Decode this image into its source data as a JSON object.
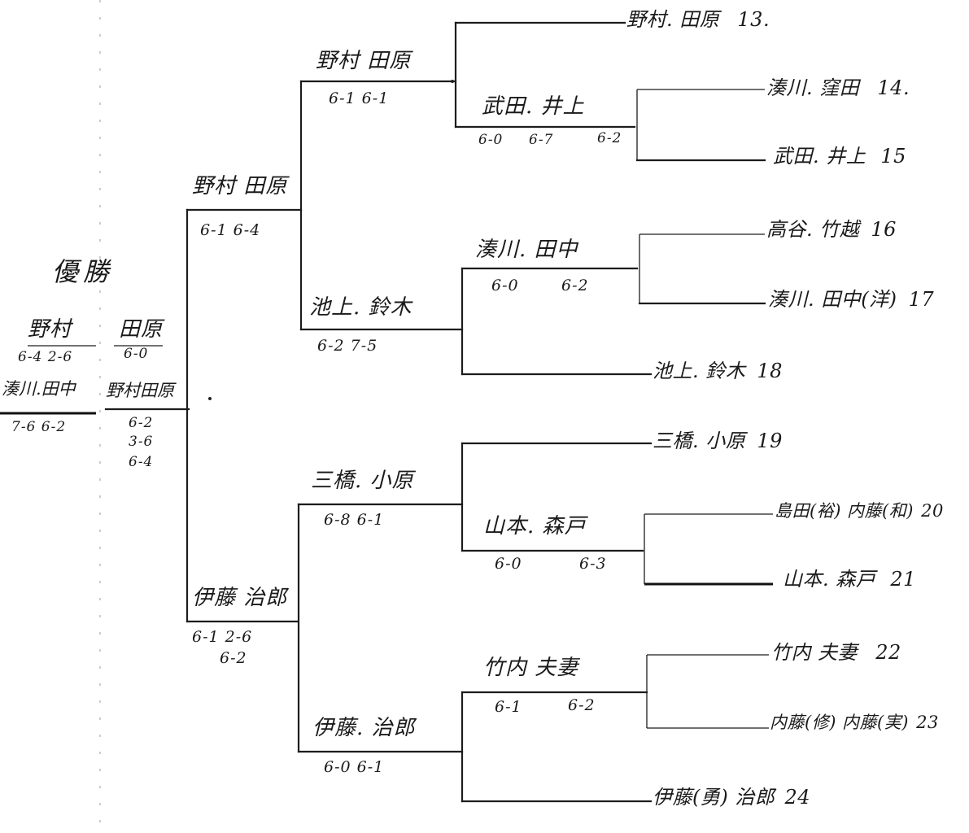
{
  "champion": {
    "title": "優勝",
    "final": {
      "team_a": "野村",
      "team_b": "田原",
      "score_a": "6-4 2-6",
      "score_b": "6-0"
    },
    "left_pair": {
      "name": "湊川.田中",
      "score": "7-6 6-2"
    },
    "right_pair": {
      "name": "野村田原",
      "scores": [
        "6-2",
        "3-6",
        "6-4"
      ]
    }
  },
  "round3": [
    {
      "winner": "野村 田原",
      "score": "6-1 6-4"
    },
    {
      "winner": "伊藤 治郎",
      "score_line1": "6-1 2-6",
      "score_line2": "6-2"
    }
  ],
  "round2": [
    {
      "winner": "野村 田原",
      "score": "6-1 6-1"
    },
    {
      "winner": "池上. 鈴木",
      "score": "6-2 7-5"
    },
    {
      "winner": "三橋. 小原",
      "score": "6-8 6-1"
    },
    {
      "winner": "伊藤. 治郎",
      "score": "6-0 6-1"
    }
  ],
  "round1": [
    {
      "winner": "武田. 井上",
      "scores": [
        "6-0",
        "6-7",
        "6-2"
      ]
    },
    {
      "winner": "湊川. 田中",
      "scores": [
        "6-0",
        "6-2"
      ]
    },
    {
      "winner": "山本. 森戸",
      "scores": [
        "6-0",
        "6-3"
      ]
    },
    {
      "winner": "竹内 夫妻",
      "scores": [
        "6-1",
        "6-2"
      ]
    }
  ],
  "entries": [
    {
      "name": "野村. 田原",
      "num": "13."
    },
    {
      "name": "湊川. 窪田",
      "num": "14."
    },
    {
      "name": "武田. 井上",
      "num": "15"
    },
    {
      "name": "高谷. 竹越",
      "num": "16"
    },
    {
      "name": "湊川. 田中(洋)",
      "num": "17"
    },
    {
      "name": "池上. 鈴木",
      "num": "18"
    },
    {
      "name": "三橋. 小原",
      "num": "19"
    },
    {
      "name": "島田(裕) 内藤(和)",
      "num": "20"
    },
    {
      "name": "山本. 森戸",
      "num": "21"
    },
    {
      "name": "竹内 夫妻",
      "num": "22"
    },
    {
      "name": "内藤(修) 内藤(実)",
      "num": "23"
    },
    {
      "name": "伊藤(勇) 治郎",
      "num": "24"
    }
  ]
}
